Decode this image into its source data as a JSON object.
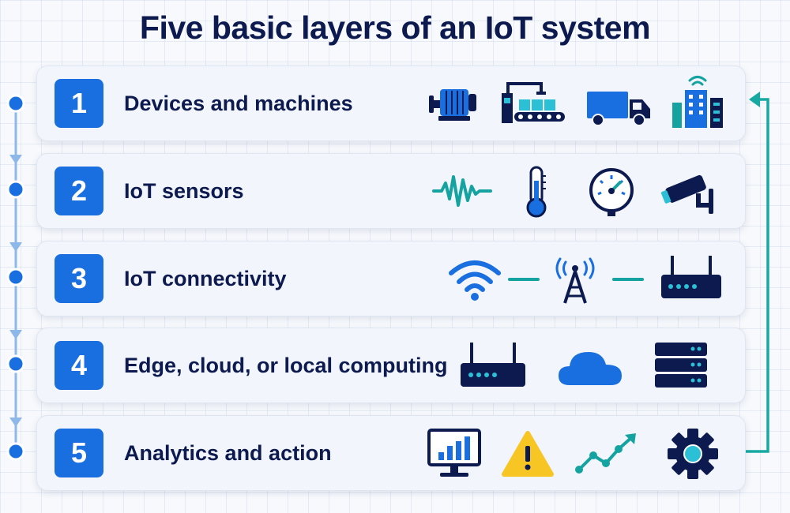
{
  "title": "Five basic layers of an IoT system",
  "colors": {
    "navy": "#0c1a4f",
    "badge_blue": "#1a6fe0",
    "cyan": "#2cc0d6",
    "teal": "#14a3a0",
    "warning_yellow": "#f7c624",
    "feedback_arrow": "#18a9a3",
    "flow_arrow": "#8fb8ea"
  },
  "layers": [
    {
      "number": "1",
      "label": "Devices and machines",
      "icons": [
        "electric-motor-icon",
        "factory-conveyor-icon",
        "delivery-truck-icon",
        "smart-building-icon"
      ]
    },
    {
      "number": "2",
      "label": "IoT sensors",
      "icons": [
        "vibration-wave-icon",
        "thermometer-icon",
        "pressure-gauge-icon",
        "security-camera-icon"
      ]
    },
    {
      "number": "3",
      "label": "IoT connectivity",
      "icons": [
        "wifi-icon",
        "cell-tower-icon",
        "router-icon"
      ]
    },
    {
      "number": "4",
      "label": "Edge, cloud, or local computing",
      "icons": [
        "edge-router-icon",
        "cloud-icon",
        "server-stack-icon"
      ]
    },
    {
      "number": "5",
      "label": "Analytics and action",
      "icons": [
        "analytics-monitor-icon",
        "warning-icon",
        "trend-line-icon",
        "settings-gear-icon"
      ]
    }
  ]
}
